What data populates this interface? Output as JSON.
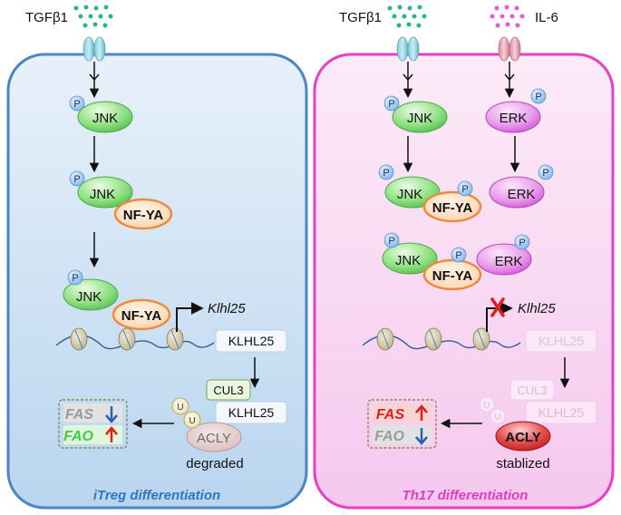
{
  "left": {
    "ligand": "TGFβ1",
    "jnk": "JNK",
    "nfya": "NF-YA",
    "gene": "Klhl25",
    "klhl25": "KLHL25",
    "cul3": "CUL3",
    "acly": "ACLY",
    "ub": "U",
    "fate": "degraded",
    "fas": "FAS",
    "fao": "FAO",
    "title": "iTreg differentiation"
  },
  "right": {
    "ligand1": "TGFβ1",
    "ligand2": "IL-6",
    "jnk": "JNK",
    "erk": "ERK",
    "nfya": "NF-YA",
    "gene": "Klhl25",
    "klhl25": "KLHL25",
    "cul3": "CUL3",
    "acly": "ACLY",
    "ub": "U",
    "fate": "stablized",
    "fas": "FAS",
    "fao": "FAO",
    "title": "Th17 differentiation"
  },
  "phospho": "P",
  "colors": {
    "left_panel_border": "#4a86c5",
    "right_panel_border": "#e83fc4",
    "ligand_dots_left": "#2bb58f",
    "ligand_dots_right": "#e85ad9",
    "jnk": "#6ccf6a",
    "erk": "#dc5fe0",
    "nfya": "#f08a3c",
    "acly_red": "#d42a2a",
    "up_red": "#e21e1e",
    "down_blue": "#2a62b0"
  }
}
